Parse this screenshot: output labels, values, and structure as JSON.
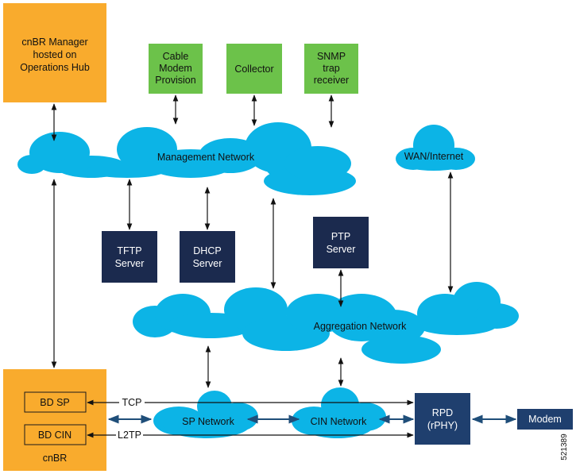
{
  "colors": {
    "orange": "#f9ab2d",
    "green": "#6cc24a",
    "navy": "#1b2a4e",
    "rpd": "#1f3f6e",
    "cloud": "#0cb4e6",
    "arrow": "#111111",
    "link": "#1f4e79"
  },
  "nodes": {
    "cnbr_manager": {
      "line1": "cnBR Manager",
      "line2": "hosted on",
      "line3": "Operations Hub"
    },
    "cm_provision": {
      "line1": "Cable",
      "line2": "Modem",
      "line3": "Provision"
    },
    "collector": {
      "label": "Collector"
    },
    "snmp": {
      "line1": "SNMP",
      "line2": "trap",
      "line3": "receiver"
    },
    "tftp": {
      "line1": "TFTP",
      "line2": "Server"
    },
    "dhcp": {
      "line1": "DHCP",
      "line2": "Server"
    },
    "ptp": {
      "line1": "PTP",
      "line2": "Server"
    },
    "cnbr": {
      "label": "cnBR",
      "bd_sp": "BD SP",
      "bd_cin": "BD CIN"
    },
    "rpd": {
      "line1": "RPD",
      "line2": "(rPHY)"
    },
    "modem": {
      "label": "Modem"
    }
  },
  "clouds": {
    "management": "Management Network",
    "wan": "WAN/Internet",
    "aggregation": "Aggregation Network",
    "sp": "SP Network",
    "cin": "CIN Network"
  },
  "links": {
    "tcp": "TCP",
    "l2tp": "L2TP"
  },
  "figure_id": "521389"
}
